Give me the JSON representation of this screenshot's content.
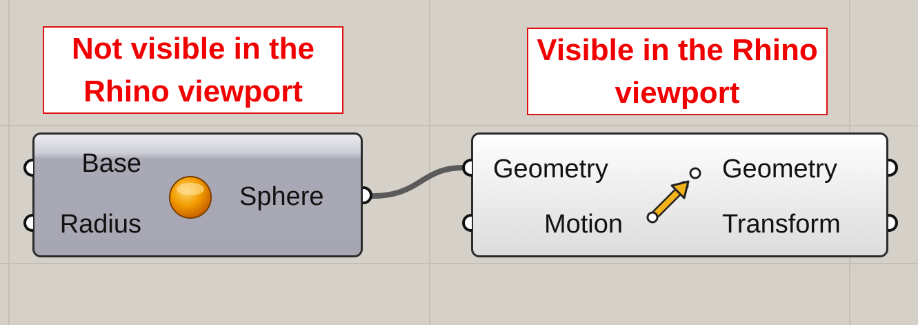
{
  "callouts": {
    "left": {
      "line1": "Not visible in the",
      "line2": "Rhino viewport"
    },
    "right": {
      "line1": "Visible in the Rhino",
      "line2": "viewport"
    }
  },
  "sphere_component": {
    "icon": "sphere-icon",
    "inputs": [
      "Base",
      "Radius"
    ],
    "outputs": [
      "Sphere"
    ]
  },
  "move_component": {
    "icon": "move-arrow-icon",
    "inputs": [
      "Geometry",
      "Motion"
    ],
    "outputs": [
      "Geometry",
      "Transform"
    ]
  },
  "colors": {
    "canvas": "#d5d0c8",
    "callout_text": "#f00000",
    "callout_border": "#e01010",
    "wire": "#5a5a5a",
    "sphere_orange": "#f29b00",
    "arrow_yellow": "#f2b21b"
  }
}
